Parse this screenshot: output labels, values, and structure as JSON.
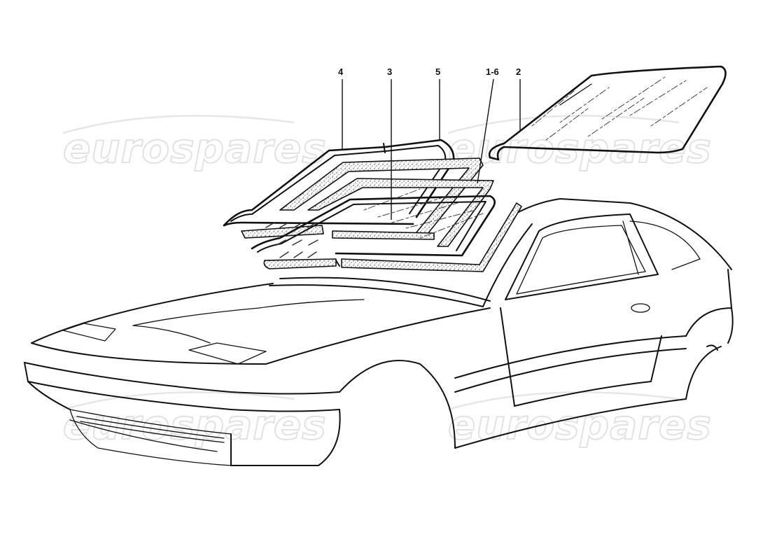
{
  "watermark": {
    "text": "eurospares"
  },
  "callouts": {
    "c4": "4",
    "c3": "3",
    "c5": "5",
    "c16": "1-6",
    "c2": "2"
  },
  "colors": {
    "ink": "#111111",
    "watermark": "#e2e2e2",
    "background": "#ffffff"
  }
}
